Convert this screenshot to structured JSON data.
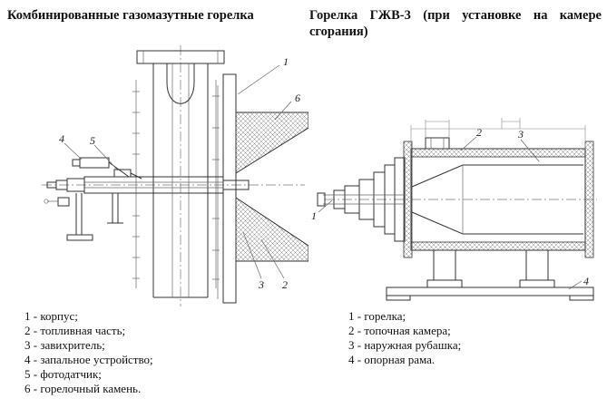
{
  "left_figure": {
    "title": "Комбинированные газомазутные горелка",
    "callouts": {
      "c1": "1",
      "c2": "2",
      "c3": "3",
      "c4": "4",
      "c5": "5",
      "c6": "6"
    },
    "legend": [
      "1 - корпус;",
      "2 - топливная часть;",
      "3 - завихритель;",
      "4 - запальное устройство;",
      "5 - фотодатчик;",
      "6 - горелочный камень."
    ]
  },
  "right_figure": {
    "title": "Горелка ГЖВ-3 (при установке на камере сгорания)",
    "callouts": {
      "c1": "1",
      "c2": "2",
      "c3": "3",
      "c4": "4"
    },
    "legend": [
      "1 - горелка;",
      "2 - топочная камера;",
      "3 - наружная рубашка;",
      "4 - опорная рама."
    ]
  }
}
